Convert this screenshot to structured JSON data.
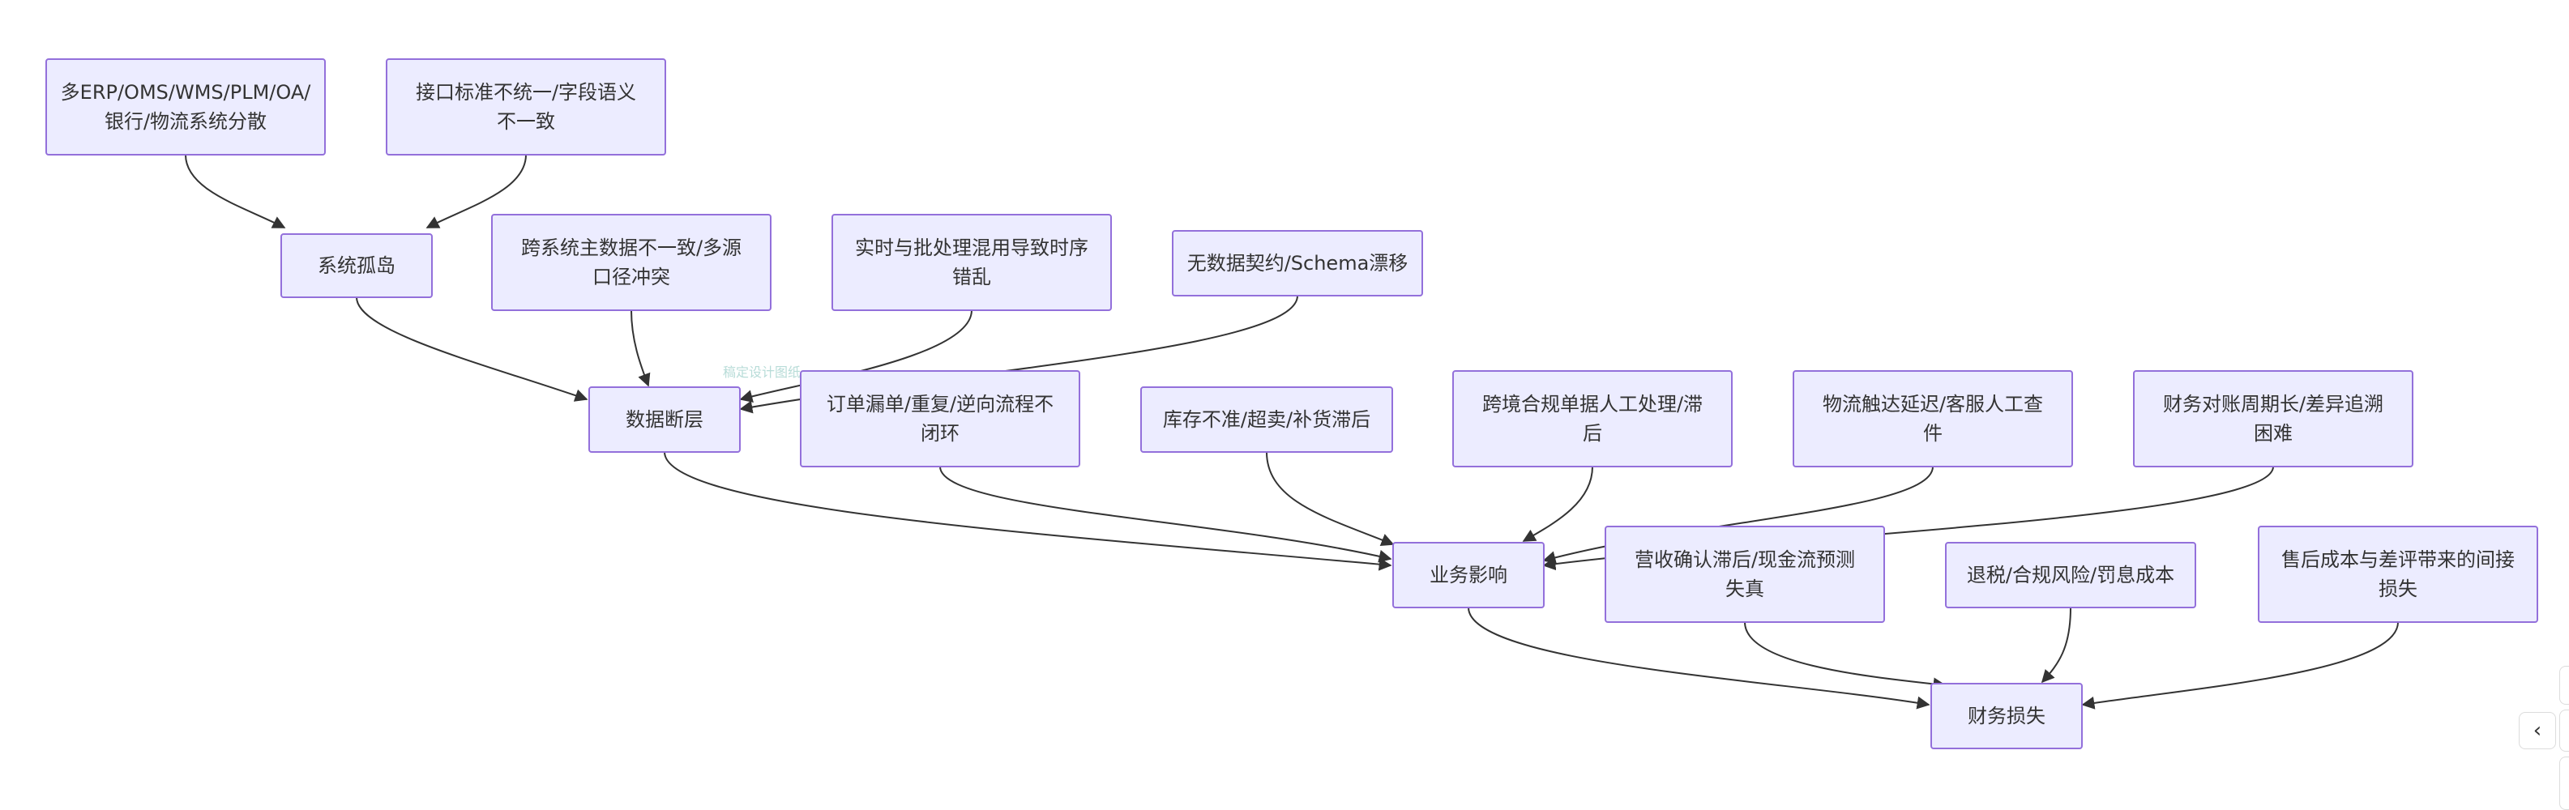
{
  "watermark": "稿定设计图纸",
  "nodes": [
    {
      "id": "n1",
      "name": "node-multi-systems",
      "lines": [
        "多ERP/OMS/WMS/PLM/OA/",
        "银行/物流系统分散"
      ]
    },
    {
      "id": "n2",
      "name": "node-interface-standards",
      "lines": [
        "接口标准不统一/字段语义",
        "不一致"
      ]
    },
    {
      "id": "n3",
      "name": "node-system-silos",
      "lines": [
        "系统孤岛"
      ]
    },
    {
      "id": "n4",
      "name": "node-master-data-conflict",
      "lines": [
        "跨系统主数据不一致/多源",
        "口径冲突"
      ]
    },
    {
      "id": "n5",
      "name": "node-realtime-batch-mix",
      "lines": [
        "实时与批处理混用导致时序",
        "错乱"
      ]
    },
    {
      "id": "n6",
      "name": "node-no-data-contract",
      "lines": [
        "无数据契约/Schema漂移"
      ]
    },
    {
      "id": "n7",
      "name": "node-data-gap",
      "lines": [
        "数据断层"
      ]
    },
    {
      "id": "n8",
      "name": "node-order-issues",
      "lines": [
        "订单漏单/重复/逆向流程不",
        "闭环"
      ]
    },
    {
      "id": "n9",
      "name": "node-inventory-issues",
      "lines": [
        "库存不准/超卖/补货滞后"
      ]
    },
    {
      "id": "n10",
      "name": "node-crossborder-docs",
      "lines": [
        "跨境合规单据人工处理/滞",
        "后"
      ]
    },
    {
      "id": "n11",
      "name": "node-logistics-delay",
      "lines": [
        "物流触达延迟/客服人工查",
        "件"
      ]
    },
    {
      "id": "n12",
      "name": "node-reconciliation",
      "lines": [
        "财务对账周期长/差异追溯",
        "困难"
      ]
    },
    {
      "id": "n13",
      "name": "node-business-impact",
      "lines": [
        "业务影响"
      ]
    },
    {
      "id": "n14",
      "name": "node-revenue-delay",
      "lines": [
        "营收确认滞后/现金流预测",
        "失真"
      ]
    },
    {
      "id": "n15",
      "name": "node-tax-compliance",
      "lines": [
        "退税/合规风险/罚息成本"
      ]
    },
    {
      "id": "n16",
      "name": "node-aftersales-cost",
      "lines": [
        "售后成本与差评带来的间接",
        "损失"
      ]
    },
    {
      "id": "n17",
      "name": "node-financial-loss",
      "lines": [
        "财务损失"
      ]
    }
  ],
  "edges": [
    [
      "n1",
      "n3"
    ],
    [
      "n2",
      "n3"
    ],
    [
      "n3",
      "n7"
    ],
    [
      "n4",
      "n7"
    ],
    [
      "n5",
      "n7"
    ],
    [
      "n6",
      "n7"
    ],
    [
      "n7",
      "n13"
    ],
    [
      "n8",
      "n13"
    ],
    [
      "n9",
      "n13"
    ],
    [
      "n10",
      "n13"
    ],
    [
      "n11",
      "n13"
    ],
    [
      "n12",
      "n13"
    ],
    [
      "n13",
      "n17"
    ],
    [
      "n14",
      "n17"
    ],
    [
      "n15",
      "n17"
    ],
    [
      "n16",
      "n17"
    ]
  ],
  "controls": {
    "collapse_icon": "‹"
  }
}
